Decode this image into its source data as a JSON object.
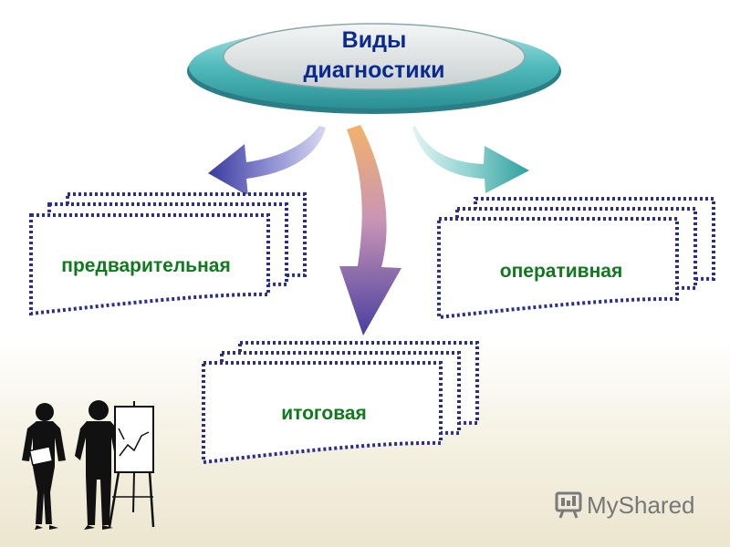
{
  "title": {
    "line1": "Виды",
    "line2": "диагностики"
  },
  "boxes": {
    "left": "предварительная",
    "right": "оперативная",
    "bottom": "итоговая"
  },
  "colors": {
    "title_text": "#0b2a8f",
    "box_text": "#0f7a1c",
    "box_border": "#2a2e8c",
    "ellipse": "#5ec3c5",
    "arrow_left": "#4a4aa6",
    "arrow_center": "#e3a45a",
    "arrow_right": "#4cb3b0"
  },
  "watermark": {
    "text": "MyShared",
    "icon": "presentation-board-icon"
  }
}
